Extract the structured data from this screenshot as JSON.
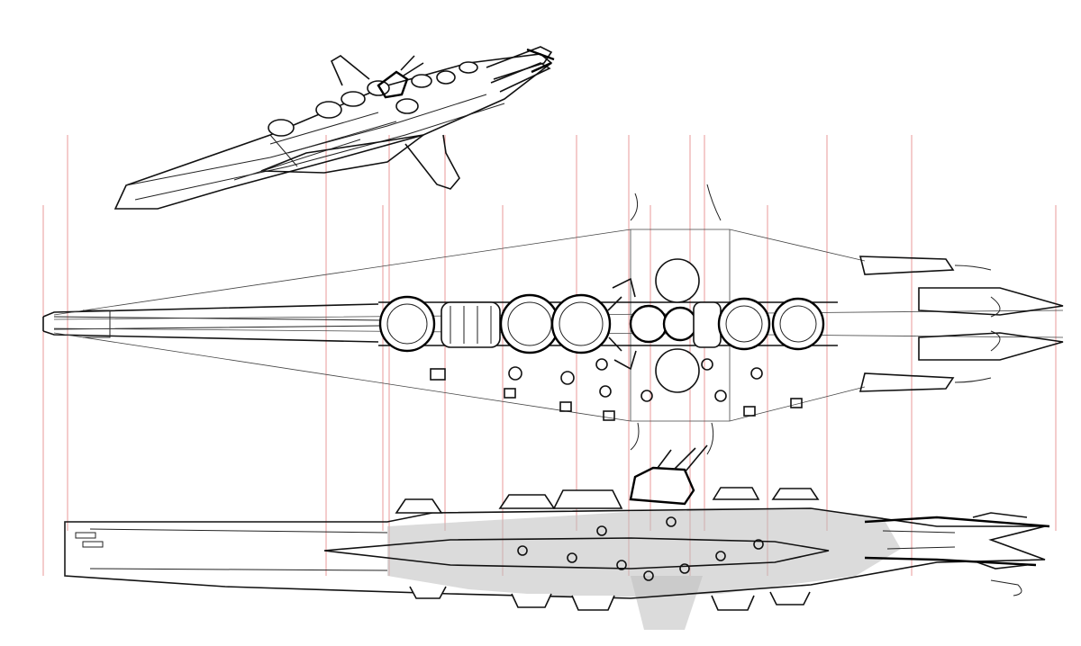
{
  "views": {
    "perspective": "perspective-view",
    "top": "top-view",
    "side": "side-view"
  },
  "colors": {
    "paper": "#ffffff",
    "ink": "#111111",
    "guide": "#e06a6a",
    "shading": "#bdbdbd"
  }
}
